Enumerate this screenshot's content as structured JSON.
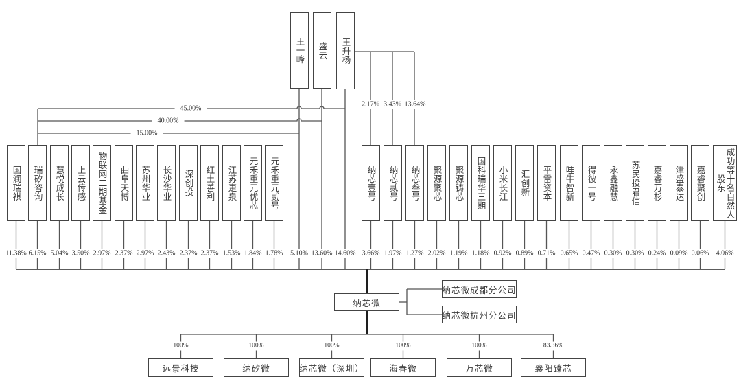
{
  "actual_controllers": [
    {
      "name": "王一峰",
      "direct_pct": "5.10%"
    },
    {
      "name": "盛云",
      "direct_pct": "13.60%"
    },
    {
      "name": "王升杨",
      "direct_pct": "14.60%"
    }
  ],
  "ruixi_consulting_partners": [
    {
      "name": "王升杨",
      "pct": "45.00%"
    },
    {
      "name": "盛云",
      "pct": "40.00%"
    },
    {
      "name": "王一峰",
      "pct": "15.00%"
    }
  ],
  "wangshengyang_holdings": [
    {
      "name": "纳芯壹号",
      "pct": "2.17%"
    },
    {
      "name": "纳芯贰号",
      "pct": "3.43%"
    },
    {
      "name": "纳芯叁号",
      "pct": "13.64%"
    }
  ],
  "shareholders_left": [
    {
      "name": "国润瑞祺",
      "pct": "11.38%"
    },
    {
      "name": "瑞矽咨询",
      "pct": "6.15%"
    },
    {
      "name": "慧悦成长",
      "pct": "5.04%"
    },
    {
      "name": "上云传感",
      "pct": "3.50%"
    },
    {
      "name": "物联网二期基金",
      "pct": "2.97%"
    },
    {
      "name": "曲阜天博",
      "pct": "2.37%"
    },
    {
      "name": "苏州华业",
      "pct": "2.97%"
    },
    {
      "name": "长沙华业",
      "pct": "2.43%"
    },
    {
      "name": "深创投",
      "pct": "2.37%"
    },
    {
      "name": "红土善利",
      "pct": "2.37%"
    },
    {
      "name": "江苏疌泉",
      "pct": "1.53%"
    },
    {
      "name": "元禾重元优芯",
      "pct": "1.84%"
    },
    {
      "name": "元禾重元贰号",
      "pct": "1.78%"
    }
  ],
  "shareholders_right": [
    {
      "name": "纳芯壹号",
      "pct": "3.66%"
    },
    {
      "name": "纳芯贰号",
      "pct": "1.97%"
    },
    {
      "name": "纳芯叁号",
      "pct": "1.27%"
    },
    {
      "name": "聚源聚芯",
      "pct": "2.02%"
    },
    {
      "name": "聚源铸芯",
      "pct": "1.19%"
    },
    {
      "name": "国科瑞华三期",
      "pct": "1.18%"
    },
    {
      "name": "小米长江",
      "pct": "0.92%"
    },
    {
      "name": "汇创新",
      "pct": "0.89%"
    },
    {
      "name": "平雷资本",
      "pct": "0.71%"
    },
    {
      "name": "哇牛智新",
      "pct": "0.65%"
    },
    {
      "name": "得彼一号",
      "pct": "0.47%"
    },
    {
      "name": "永鑫融慧",
      "pct": "0.30%"
    },
    {
      "name": "苏民投君信",
      "pct": "0.30%"
    },
    {
      "name": "嘉睿万杉",
      "pct": "0.24%"
    },
    {
      "name": "津盛泰达",
      "pct": "0.09%"
    },
    {
      "name": "嘉睿聚创",
      "pct": "0.06%"
    },
    {
      "name": "成功等十名自然人股东",
      "pct": "4.06%"
    }
  ],
  "company": {
    "name": "纳芯微",
    "branches": [
      "纳芯微成都分公司",
      "纳芯微杭州分公司"
    ]
  },
  "subsidiaries": [
    {
      "name": "远景科技",
      "pct": "100%"
    },
    {
      "name": "纳矽微",
      "pct": "100%"
    },
    {
      "name": "纳芯微（深圳）",
      "pct": "100%"
    },
    {
      "name": "海春微",
      "pct": "100%"
    },
    {
      "name": "万芯微",
      "pct": "100%"
    },
    {
      "name": "襄阳臻芯",
      "pct": "83.36%"
    }
  ]
}
